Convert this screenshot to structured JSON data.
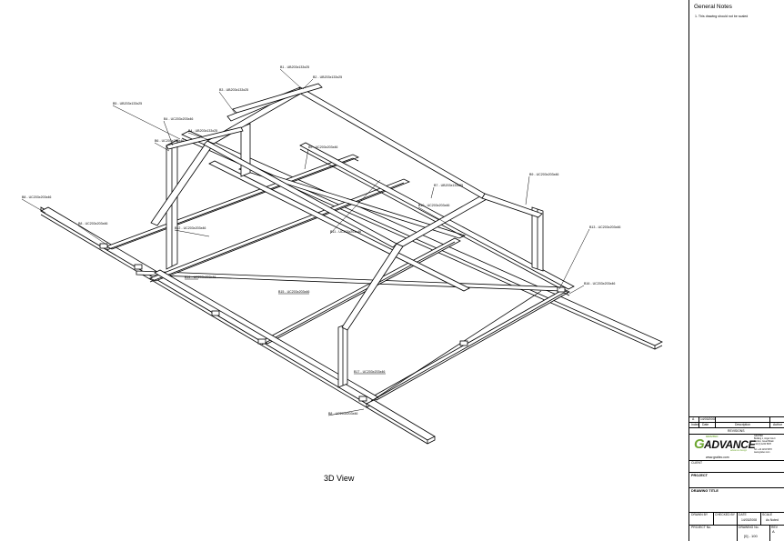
{
  "view_caption": "3D View",
  "member_labels": [
    {
      "id": "b1",
      "text": "B1 - UB203x133x25"
    },
    {
      "id": "b2",
      "text": "B2 - UB203x133x25"
    },
    {
      "id": "b3",
      "text": "B3 - UB203x133x25"
    },
    {
      "id": "b4a",
      "text": "B4 - UC203x203x46"
    },
    {
      "id": "b5",
      "text": "B5 - UB203x133x25"
    },
    {
      "id": "b6",
      "text": "B6 - UC203x203x46"
    },
    {
      "id": "b4b",
      "text": "B4 - UB203x133x25"
    },
    {
      "id": "b8a",
      "text": "B8 - UC203x203x46"
    },
    {
      "id": "b8b",
      "text": "B8 - UC203x203x46"
    },
    {
      "id": "b9a",
      "text": "B9 - UC203x203x46"
    },
    {
      "id": "b9b",
      "text": "B9 - UC203x203x46"
    },
    {
      "id": "b7",
      "text": "B7 - UB203x133x25"
    },
    {
      "id": "b10",
      "text": "B10 - UC203x203x46"
    },
    {
      "id": "b11",
      "text": "B11 - UC203x203x46"
    },
    {
      "id": "b12",
      "text": "B12 - UC203x203x46"
    },
    {
      "id": "b13",
      "text": "B13 - UC203x203x46"
    },
    {
      "id": "b14",
      "text": "B14 - UC203x203x46"
    },
    {
      "id": "b15",
      "text": "B15 - UC203x203x46"
    },
    {
      "id": "b16",
      "text": "B16 - UC203x203x46"
    },
    {
      "id": "b17",
      "text": "B17 - UC203x203x46"
    },
    {
      "id": "b18",
      "text": "B8 - UC203x203x46"
    }
  ],
  "title_block": {
    "notes_heading": "General Notes",
    "note_1": "1.  This drawing should not be scaled",
    "revision_row": {
      "rev": "A",
      "date": "14/03/2008",
      "description": "",
      "author": ""
    },
    "revision_headers": {
      "rev": "Index",
      "date": "Date",
      "description": "Description",
      "author": "Author"
    },
    "revisions_label": "REVISIONS",
    "logo": {
      "brand": "GRAITEC",
      "word": "ADVANCE",
      "tagline": "advance design",
      "address": "GRAITEC\nBuilding 1, Angel Court\nLondon, Great Britain\n+44 (0) 1234 5678\n\nTel: +44 1234 5678\nwww.graitec.com"
    },
    "website": "www.graitec.com",
    "client_label": "CLIENT",
    "project_label": "PROJECT",
    "drawing_title_label": "DRAWING TITLE",
    "drawn_by_label": "DRAWN BY",
    "checked_by_label": "CHECKED BY",
    "date_label": "DATE",
    "date_value": "14/03/2008",
    "scale_label": "SCALE",
    "scale_value": "As Noted",
    "project_no_label": "PROJECT No.",
    "drawing_no_label": "DRAWING No.",
    "rev_label": "REV",
    "drawing_no_value": "[0] - 100",
    "rev_value": "A"
  }
}
